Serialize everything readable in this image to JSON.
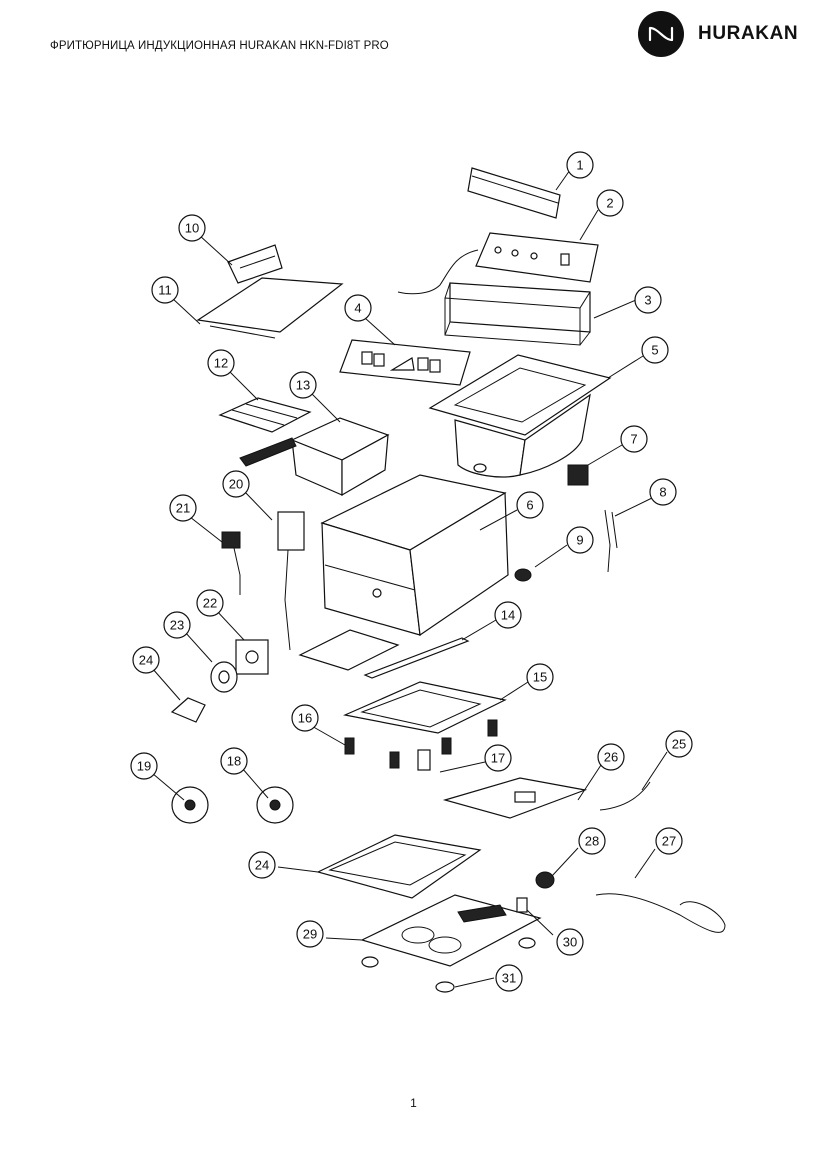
{
  "header": {
    "title": "ФРИТЮРНИЦА ИНДУКЦИОННАЯ HURAKAN HKN-FDI8T PRO",
    "brand": "HURAKAN"
  },
  "diagram": {
    "callouts": [
      {
        "label": "1"
      },
      {
        "label": "2"
      },
      {
        "label": "3"
      },
      {
        "label": "4"
      },
      {
        "label": "5"
      },
      {
        "label": "6"
      },
      {
        "label": "7"
      },
      {
        "label": "8"
      },
      {
        "label": "9"
      },
      {
        "label": "10"
      },
      {
        "label": "11"
      },
      {
        "label": "12"
      },
      {
        "label": "13"
      },
      {
        "label": "14"
      },
      {
        "label": "15"
      },
      {
        "label": "16"
      },
      {
        "label": "17"
      },
      {
        "label": "18"
      },
      {
        "label": "19"
      },
      {
        "label": "20"
      },
      {
        "label": "21"
      },
      {
        "label": "22"
      },
      {
        "label": "23"
      },
      {
        "label": "24"
      },
      {
        "label": "24"
      },
      {
        "label": "25"
      },
      {
        "label": "26"
      },
      {
        "label": "27"
      },
      {
        "label": "28"
      },
      {
        "label": "29"
      },
      {
        "label": "30"
      },
      {
        "label": "31"
      }
    ]
  },
  "footer": {
    "page_number": "1"
  }
}
